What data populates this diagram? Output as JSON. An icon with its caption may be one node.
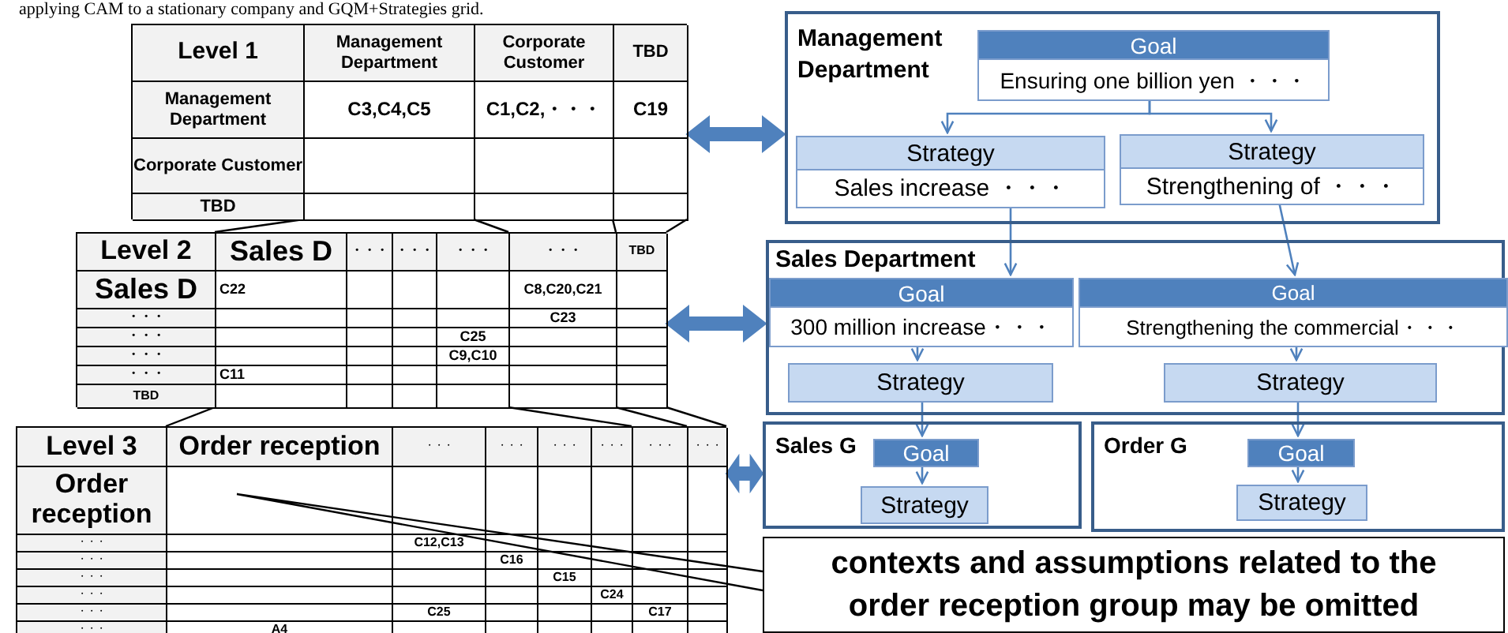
{
  "diagram": {
    "caption": "applying CAM to a stationary company and GQM+Strategies grid.",
    "nodes": [
      {
        "text": [
          "Level 1",
          "Management Department",
          "Corporate Customer",
          "TBD",
          "Management Department",
          "C3,C4,C5",
          "C1,C2,・・・",
          "C19",
          "Corporate Customer",
          "TBD"
        ]
      },
      {
        "text": [
          "Level 2",
          "Sales D",
          "・・・",
          "・・・",
          "・・・",
          "・・・",
          "TBD",
          "Sales D",
          "C22",
          "C8,C20,C21",
          "・・・",
          "C23",
          "・・・",
          "C25",
          "・・・",
          "C9,C10",
          "・・・",
          "C11",
          "TBD"
        ]
      },
      {
        "text": [
          "Level 3",
          "Order reception",
          "・・・",
          "・・・",
          "・・・",
          "・・・",
          "・・・",
          "・・・",
          "Order reception",
          "・・・",
          "C12,C13",
          "・・・",
          "C16",
          "・・・",
          "C15",
          "・・・",
          "C24",
          "・・・",
          "C25",
          "C17",
          "・・・",
          "A4"
        ]
      },
      {
        "text": [
          "Management Department"
        ]
      },
      {
        "text": [
          "Goal",
          "Ensuring one billion yen ・・・"
        ],
        "in": 3
      },
      {
        "text": [
          "Strategy",
          "Sales increase ・・・"
        ],
        "in": 3
      },
      {
        "text": [
          "Strategy",
          "Strengthening of ・・・"
        ],
        "in": 3
      },
      {
        "text": [
          "Sales Department"
        ]
      },
      {
        "text": [
          "Goal",
          "300 million increase・・・"
        ],
        "in": 7
      },
      {
        "text": [
          "Goal",
          "Strengthening the commercial・・・"
        ],
        "in": 7
      },
      {
        "text": [
          "Strategy"
        ],
        "in": 7
      },
      {
        "text": [
          "Strategy"
        ],
        "in": 7
      },
      {
        "text": [
          "Sales G"
        ]
      },
      {
        "text": [
          "Goal"
        ],
        "in": 12
      },
      {
        "text": [
          "Strategy"
        ],
        "in": 12
      },
      {
        "text": [
          "Order G"
        ]
      },
      {
        "text": [
          "Goal"
        ],
        "in": 15
      },
      {
        "text": [
          "Strategy"
        ],
        "in": 15
      },
      {
        "text": [
          "contexts and assumptions related to the order reception group may be omitted"
        ]
      }
    ],
    "edges": [
      {
        "from": 0,
        "to": 3,
        "arrow": "both",
        "style": "thick"
      },
      {
        "from": 1,
        "to": 7,
        "arrow": "both",
        "style": "thick"
      },
      {
        "from": 2,
        "to": 12,
        "arrow": "both",
        "style": "thick"
      },
      {
        "from": 4,
        "to": 5,
        "arrow": "to"
      },
      {
        "from": 4,
        "to": 6,
        "arrow": "to"
      },
      {
        "from": 5,
        "to": 8,
        "arrow": "to"
      },
      {
        "from": 6,
        "to": 9,
        "arrow": "to"
      },
      {
        "from": 8,
        "to": 10,
        "arrow": "to"
      },
      {
        "from": 9,
        "to": 11,
        "arrow": "to"
      },
      {
        "from": 10,
        "to": 13,
        "arrow": "to"
      },
      {
        "from": 11,
        "to": 16,
        "arrow": "to"
      },
      {
        "from": 13,
        "to": 14,
        "arrow": "to"
      },
      {
        "from": 16,
        "to": 17,
        "arrow": "to"
      },
      {
        "from": 18,
        "to": 2,
        "arrow": "none",
        "color": "#000000"
      }
    ]
  }
}
